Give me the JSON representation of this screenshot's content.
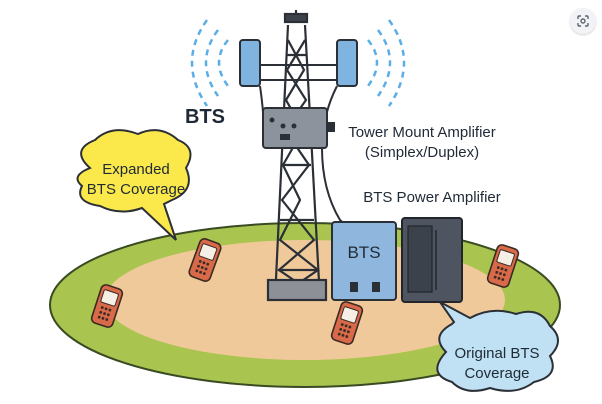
{
  "labels": {
    "bts": "BTS",
    "tower_amp_line1": "Tower Mount Amplifier",
    "tower_amp_line2": "(Simplex/Duplex)",
    "power_amp": "BTS Power Amplifier",
    "cabinet_bts": "BTS",
    "expanded_line1": "Expanded",
    "expanded_line2": "BTS Coverage",
    "original_line1": "Original BTS",
    "original_line2": "Coverage"
  },
  "colors": {
    "outer_coverage": "#a9c44f",
    "inner_coverage": "#f0c99a",
    "expanded_bubble": "#fbe84a",
    "original_bubble": "#bfe1f3",
    "bts_cabinet": "#8fb7dd",
    "amplifier_cabinet": "#4e5560",
    "antenna_panel": "#7fb3e0",
    "signal_waves": "#5aaee8",
    "phone_body": "#d86a4a"
  },
  "icons": {
    "lens": "visual-search-icon",
    "phone": "mobile-phone-icon"
  }
}
